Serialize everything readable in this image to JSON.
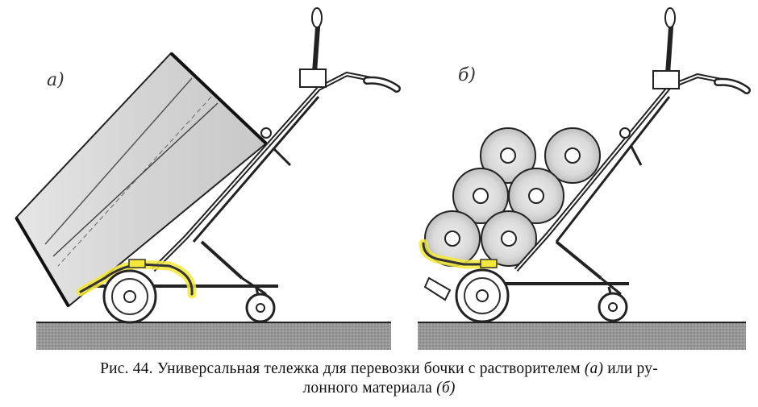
{
  "figure": {
    "panels": [
      {
        "id": "a",
        "label": "а)"
      },
      {
        "id": "b",
        "label": "б)"
      }
    ],
    "highlight_color": "#f4e93a",
    "ground_color": "#8a8a8a"
  },
  "caption": {
    "line1_text": "Рис. 44. Универсальная тележка для перевозки бочки с растворителем ",
    "line1_ref": "(а)",
    "line1_tail": " или ру-",
    "line2_text": "лонного материала ",
    "line2_ref": "(б)"
  }
}
